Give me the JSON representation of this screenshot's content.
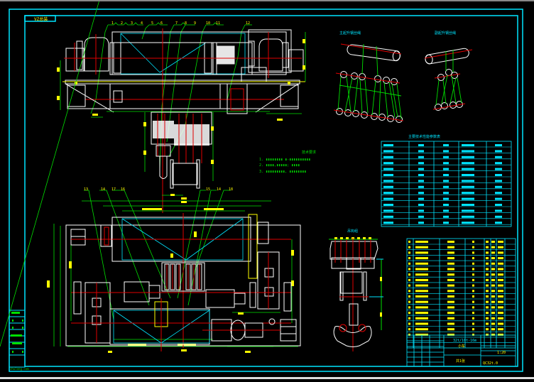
{
  "viewer": {
    "background": "#000000",
    "frame_color": "#00e5ff",
    "geometry_color": "#ffffff",
    "centerline_color": "#e00000",
    "dimension_color": "#00e000",
    "text_color": "#ffff00"
  },
  "drawing": {
    "drawing_number_tag": "VZ总装",
    "side_panel_caption": "zhulong.com",
    "notes_heading": "技术要求",
    "notes": [
      "1. ▮▮▮▮▮▮▮▮ ▮-▮▮▮▮▮▮▮▮▮▮",
      "2. ▮▮▮▮,▮▮▮▮▮; ▮▮▮▮",
      "3. ▮▮▮▮▮▮▮▮▮, ▮▮▮▮▮▮▮▮"
    ],
    "leader_numbers_top": [
      "1",
      "2",
      "3",
      "4",
      "5",
      "6",
      "7",
      "8",
      "9",
      "10",
      "11",
      "12"
    ],
    "leader_numbers_bottom": [
      "13",
      "14",
      "17",
      "16",
      "15",
      "14",
      "18"
    ],
    "rope_diagram_main_title": "主起升钢丝绳",
    "rope_diagram_aux_title": "副起升钢丝绳",
    "hook_view_title": "吊钩组",
    "spec_table_title": "主要技术性能参数表",
    "title_block": {
      "model": "32t/10t-16m",
      "name": "小车",
      "drawing_code": "QC32t.0",
      "scale": "1:20",
      "sheet": "共1张"
    }
  }
}
